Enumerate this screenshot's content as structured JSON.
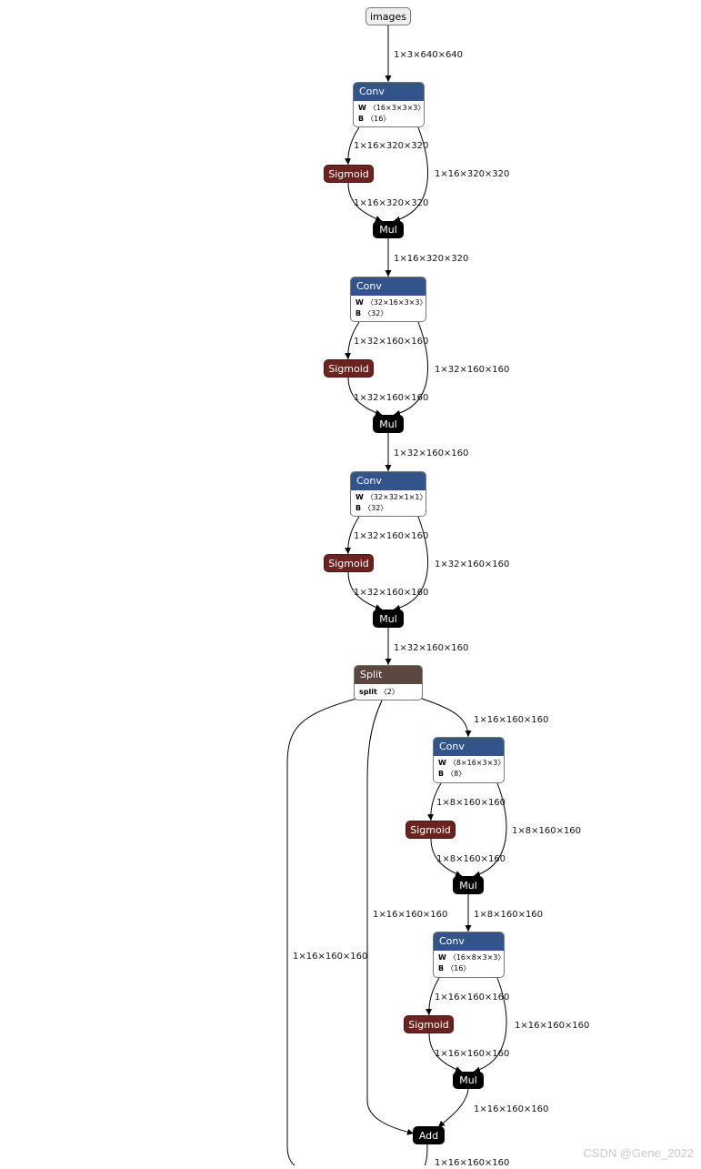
{
  "graph": {
    "nodes": {
      "images": {
        "label": "images"
      },
      "conv1": {
        "label": "Conv",
        "attrs": [
          {
            "k": "W",
            "v": "〈16×3×3×3〉"
          },
          {
            "k": "B",
            "v": "〈16〉"
          }
        ]
      },
      "sig1": {
        "label": "Sigmoid"
      },
      "mul1": {
        "label": "Mul"
      },
      "conv2": {
        "label": "Conv",
        "attrs": [
          {
            "k": "W",
            "v": "〈32×16×3×3〉"
          },
          {
            "k": "B",
            "v": "〈32〉"
          }
        ]
      },
      "sig2": {
        "label": "Sigmoid"
      },
      "mul2": {
        "label": "Mul"
      },
      "conv3": {
        "label": "Conv",
        "attrs": [
          {
            "k": "W",
            "v": "〈32×32×1×1〉"
          },
          {
            "k": "B",
            "v": "〈32〉"
          }
        ]
      },
      "sig3": {
        "label": "Sigmoid"
      },
      "mul3": {
        "label": "Mul"
      },
      "split": {
        "label": "Split",
        "attrs": [
          {
            "k": "split",
            "v": "〈2〉"
          }
        ]
      },
      "conv4": {
        "label": "Conv",
        "attrs": [
          {
            "k": "W",
            "v": "〈8×16×3×3〉"
          },
          {
            "k": "B",
            "v": "〈8〉"
          }
        ]
      },
      "sig4": {
        "label": "Sigmoid"
      },
      "mul4": {
        "label": "Mul"
      },
      "conv5": {
        "label": "Conv",
        "attrs": [
          {
            "k": "W",
            "v": "〈16×8×3×3〉"
          },
          {
            "k": "B",
            "v": "〈16〉"
          }
        ]
      },
      "sig5": {
        "label": "Sigmoid"
      },
      "mul5": {
        "label": "Mul"
      },
      "add": {
        "label": "Add"
      }
    },
    "edges": {
      "e_images_conv1": "1×3×640×640",
      "e_conv1_sig1": "1×16×320×320",
      "e_conv1_mul1": "1×16×320×320",
      "e_sig1_mul1": "1×16×320×320",
      "e_mul1_conv2": "1×16×320×320",
      "e_conv2_sig2": "1×32×160×160",
      "e_conv2_mul2": "1×32×160×160",
      "e_sig2_mul2": "1×32×160×160",
      "e_mul2_conv3": "1×32×160×160",
      "e_conv3_sig3": "1×32×160×160",
      "e_conv3_mul3": "1×32×160×160",
      "e_sig3_mul3": "1×32×160×160",
      "e_mul3_split": "1×32×160×160",
      "e_split_conv4": "1×16×160×160",
      "e_split_far": "1×16×160×160",
      "e_split_add": "1×16×160×160",
      "e_conv4_sig4": "1×8×160×160",
      "e_conv4_mul4": "1×8×160×160",
      "e_sig4_mul4": "1×8×160×160",
      "e_mul4_conv5": "1×8×160×160",
      "e_conv5_sig5": "1×16×160×160",
      "e_conv5_mul5": "1×16×160×160",
      "e_sig5_mul5": "1×16×160×160",
      "e_mul5_add": "1×16×160×160",
      "e_add_out": "1×16×160×160"
    }
  },
  "colors": {
    "conv_header": "#32548a",
    "sigmoid": "#6b2320",
    "mul": "#000000",
    "split_header": "#5b4740",
    "input_fill": "#eeeeee"
  },
  "watermark": "CSDN @Gene_2022"
}
